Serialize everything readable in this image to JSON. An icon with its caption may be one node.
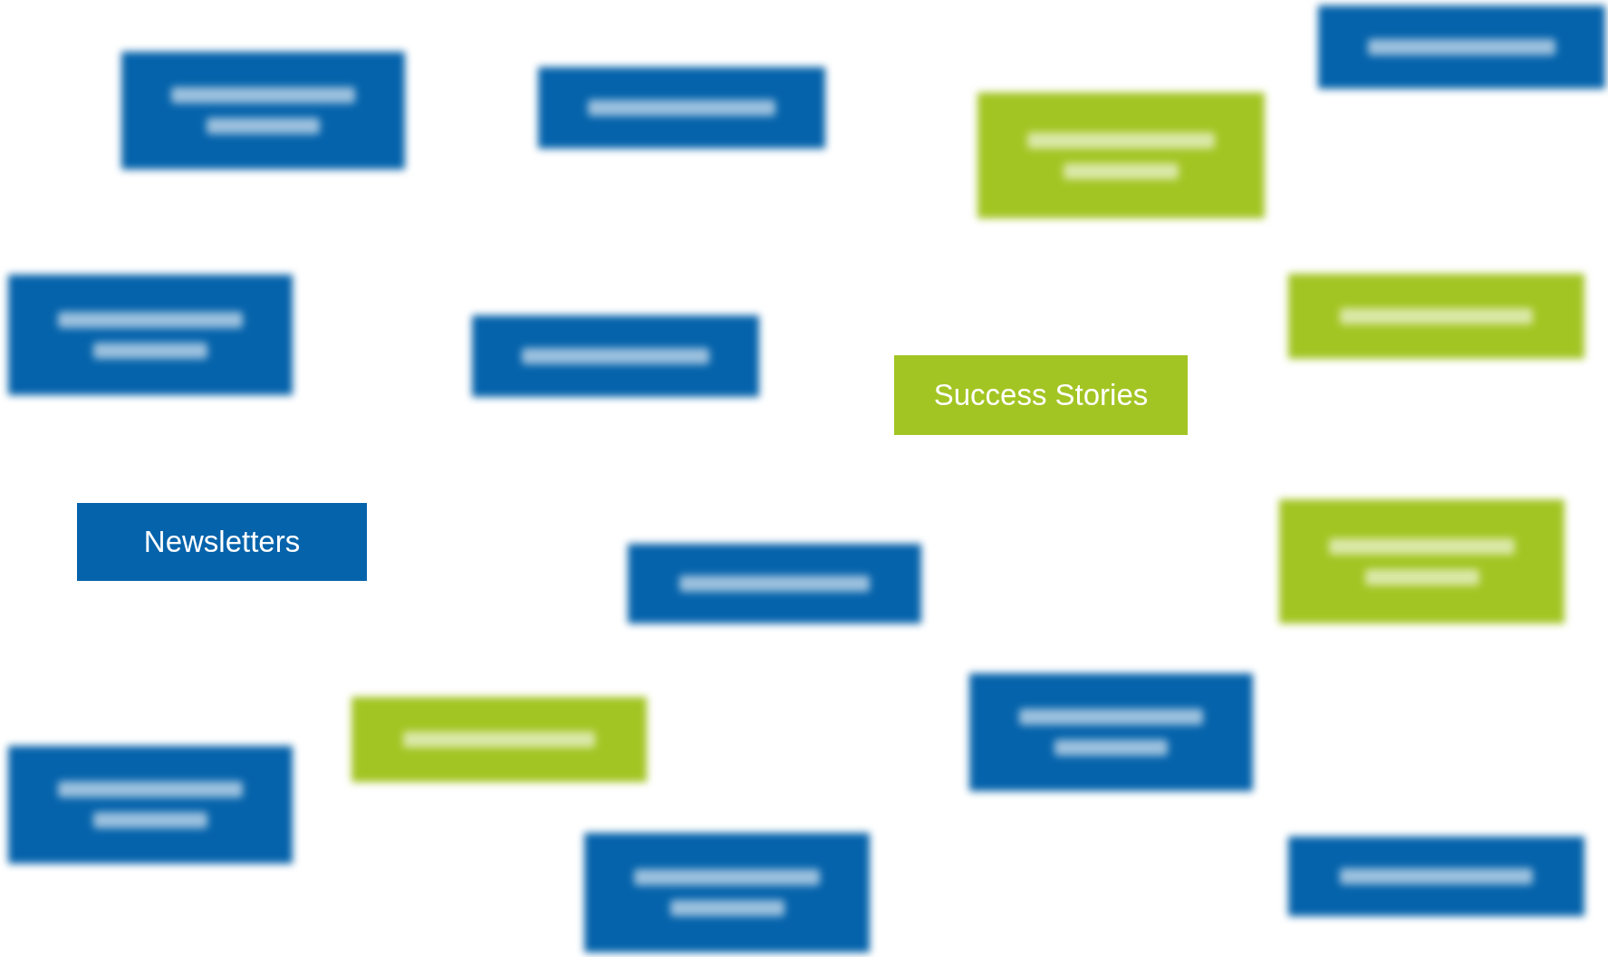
{
  "diagram": {
    "nodes": [
      {
        "text": [],
        "shape": "box"
      },
      {
        "text": [],
        "shape": "box"
      },
      {
        "text": [],
        "shape": "box"
      },
      {
        "text": [],
        "shape": "box"
      },
      {
        "text": [],
        "shape": "box"
      },
      {
        "text": [],
        "shape": "box"
      },
      {
        "text": [],
        "shape": "box"
      },
      {
        "text": [
          "Success Stories"
        ]
      },
      {
        "text": [],
        "shape": "box"
      },
      {
        "text": [
          "Newsletters"
        ]
      },
      {
        "text": [],
        "shape": "box"
      },
      {
        "text": [],
        "shape": "box"
      },
      {
        "text": [],
        "shape": "box"
      },
      {
        "text": [],
        "shape": "box"
      },
      {
        "text": [],
        "shape": "box"
      },
      {
        "text": [],
        "shape": "box"
      }
    ]
  }
}
